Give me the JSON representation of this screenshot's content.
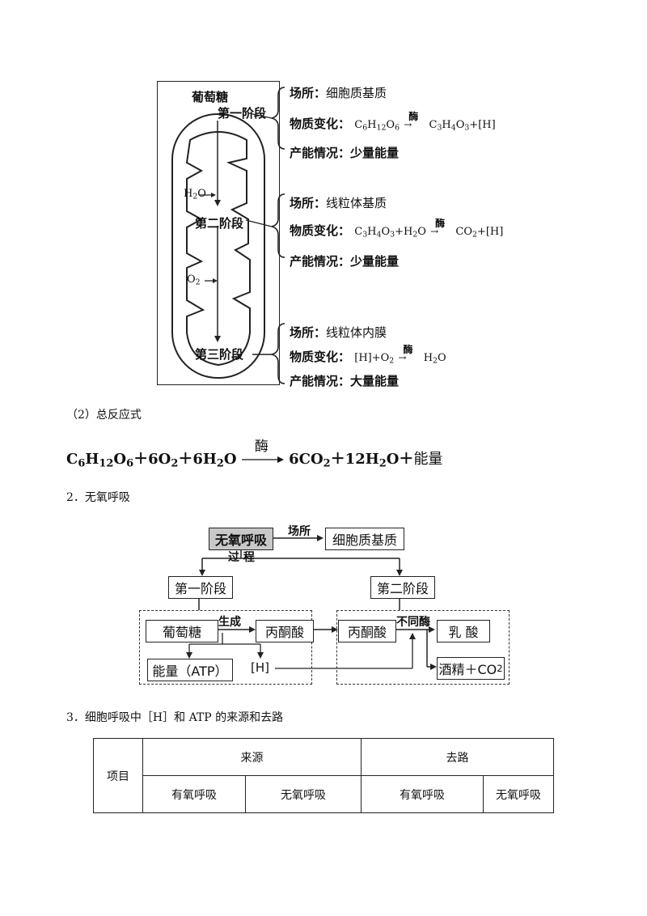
{
  "mito": {
    "glucose": "葡萄糖",
    "stage1": "第一阶段",
    "h2o": "H",
    "h2o_sub": "2",
    "h2o_o": "O",
    "stage2": "第二阶段",
    "o2": "O",
    "o2_sub": "2",
    "stage3": "第三阶段"
  },
  "stage_info": [
    {
      "place_label": "场所：",
      "place": "细胞质基质",
      "change_label": "物质变化：",
      "change_left": "C6H12O6",
      "enzyme": "酶",
      "change_right": "C3H4O3+[H]",
      "energy_label": "产能情况：",
      "energy": "少量能量"
    },
    {
      "place_label": "场所：",
      "place": "线粒体基质",
      "change_label": "物质变化：",
      "change_left": "C3H4O3+H2O",
      "enzyme": "酶",
      "change_right": "CO2+[H]",
      "energy_label": "产能情况：",
      "energy": "少量能量"
    },
    {
      "place_label": "场所：",
      "place": "线粒体内膜",
      "change_label": "物质变化：",
      "change_left": "[H]+O2",
      "enzyme": "酶",
      "change_right": "H2O",
      "energy_label": "产能情况：",
      "energy": "大量能量"
    }
  ],
  "total_heading": "（2）总反应式",
  "equation": {
    "left": "C6H12O6＋6O2＋6H2O",
    "enzyme": "酶",
    "right": "6CO2＋12H2O＋能量"
  },
  "section2_heading": "2．无氧呼吸",
  "anaerobic": {
    "title": "无氧呼吸",
    "place_label": "场所",
    "place": "细胞质基质",
    "process": "过 程",
    "stage1": "第一阶段",
    "stage2": "第二阶段",
    "glucose": "葡萄糖",
    "produce": "生成",
    "pyruvate": "丙酮酸",
    "energy": "能量（ATP）",
    "h": "[H]",
    "pyruvate2": "丙酮酸",
    "diff_enzyme": "不同酶",
    "lactic": "乳 酸",
    "alcohol": "酒精＋CO2"
  },
  "section3_heading": "3．细胞呼吸中［H］和 ATP 的来源和去路",
  "table": {
    "item": "项目",
    "source": "来源",
    "destination": "去路",
    "aerobic1": "有氧呼吸",
    "anaerobic1": "无氧呼吸",
    "aerobic2": "有氧呼吸",
    "anaerobic2": "无氧呼吸"
  }
}
